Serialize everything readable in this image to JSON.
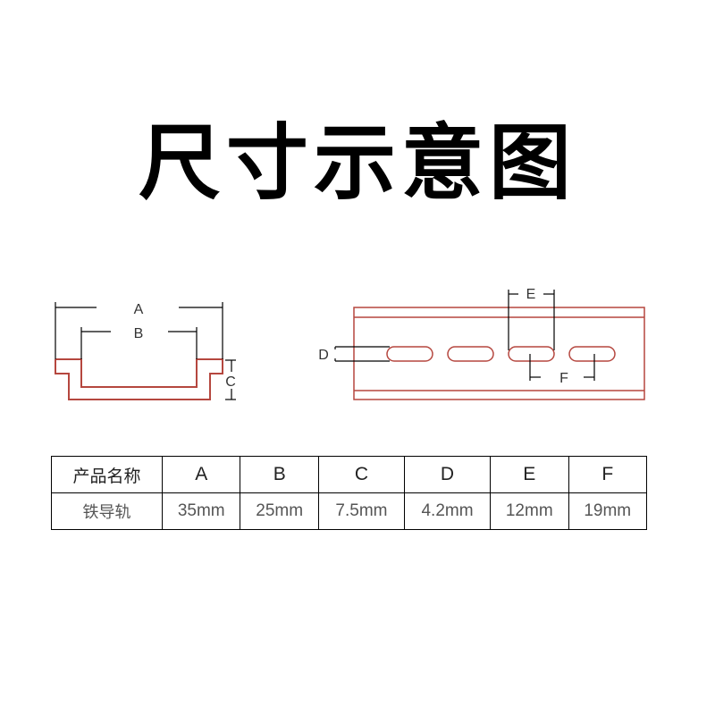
{
  "title": "尺寸示意图",
  "colors": {
    "rail_outline": "#b5473f",
    "dimension_line": "#000000",
    "label": "#333333"
  },
  "cross_section": {
    "labels": {
      "A": "A",
      "B": "B",
      "C": "C"
    }
  },
  "top_view": {
    "labels": {
      "D": "D",
      "E": "E",
      "F": "F"
    },
    "slot_count": 4
  },
  "table": {
    "header": [
      "产品名称",
      "A",
      "B",
      "C",
      "D",
      "E",
      "F"
    ],
    "rows": [
      [
        "铁导轨",
        "35mm",
        "25mm",
        "7.5mm",
        "4.2mm",
        "12mm",
        "19mm"
      ]
    ]
  }
}
